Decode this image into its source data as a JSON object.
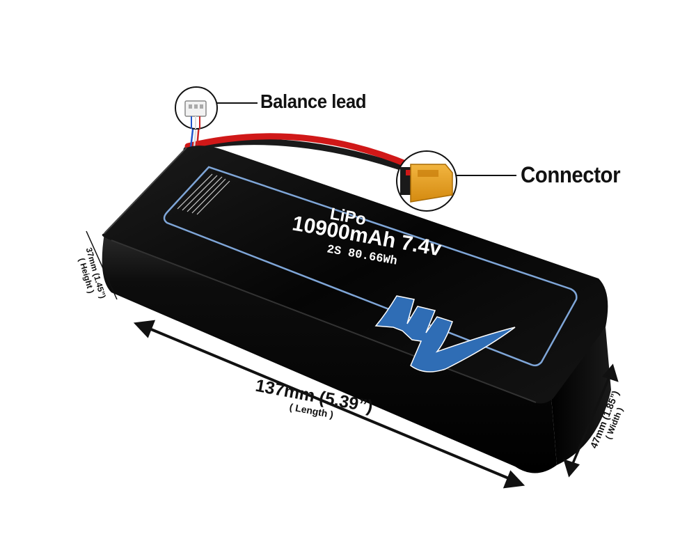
{
  "product": {
    "label": {
      "chemistry": "LiPo",
      "capacity_voltage": "10900mAh 7.4v",
      "cells_energy": "2S 80.66Wh"
    }
  },
  "callouts": {
    "balance_lead": "Balance lead",
    "connector": "Connector"
  },
  "dimensions": {
    "length": {
      "value": "137mm (5.39”)",
      "name": "( Length )"
    },
    "height": {
      "value": "37mm (1.45”)",
      "name": "( Height )"
    },
    "width": {
      "value": "47mm (1.85”)",
      "name": "( Width )"
    }
  },
  "colors": {
    "battery_body": "#0b0b0b",
    "label_border": "#7fa6d8",
    "logo_blue": "#2f6db5",
    "connector_yellow": "#e8a020",
    "wire_red": "#d01818",
    "wire_black": "#1a1a1a"
  },
  "icons": {
    "brand_logo": "mg-logo-icon",
    "balance_plug": "balance-plug-icon",
    "xt_connector": "xt-connector-icon"
  }
}
